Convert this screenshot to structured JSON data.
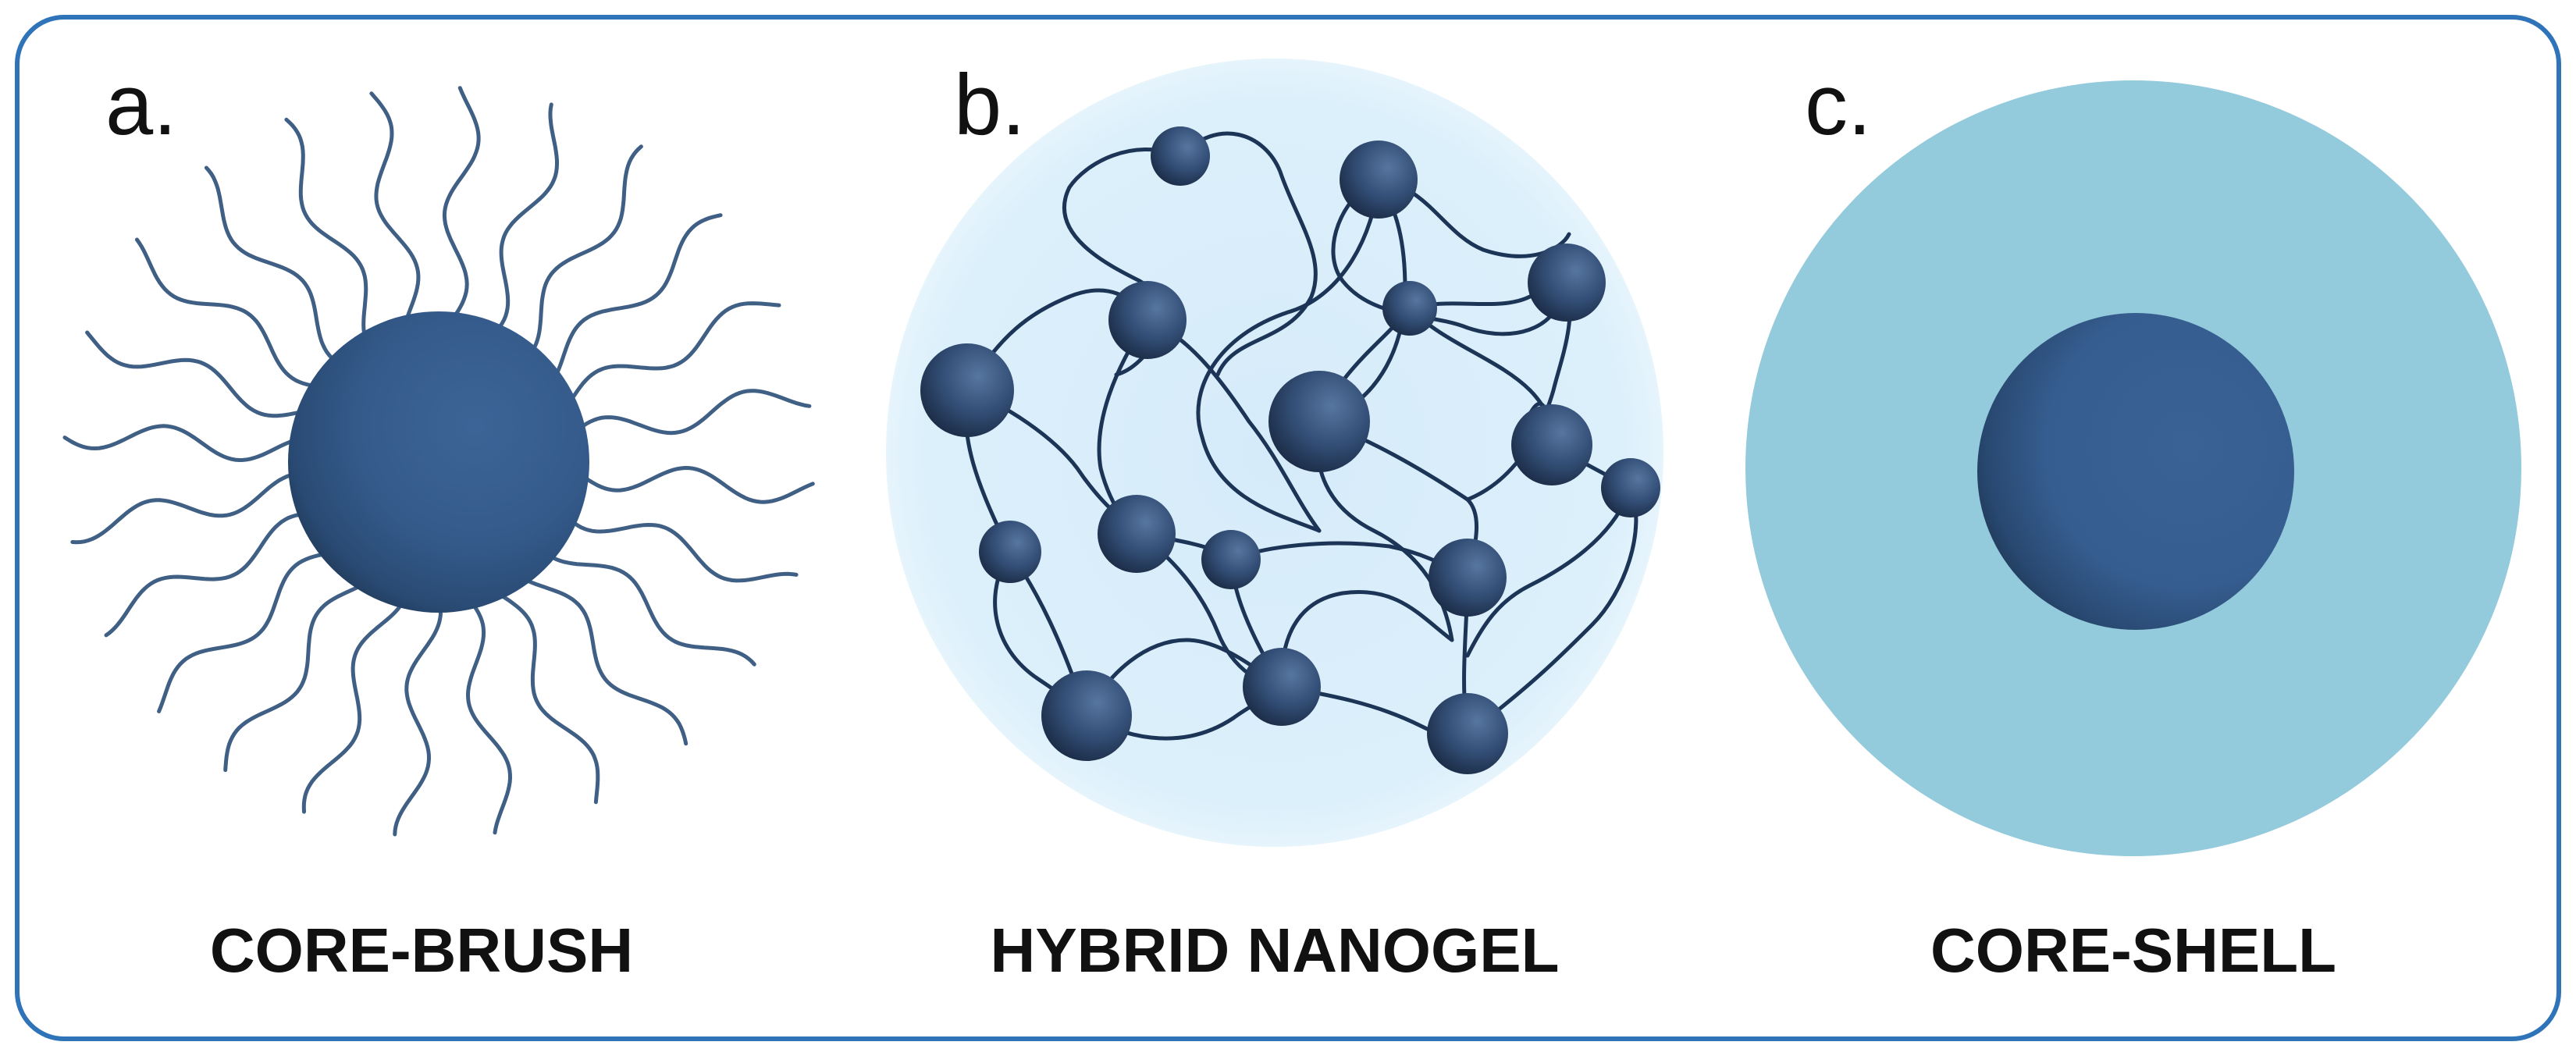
{
  "colors": {
    "frame": "#2f73b8",
    "core": "#345a8a",
    "core_dark": "#1f3552",
    "brush_line": "#3f5f85",
    "gel_halo": "#daeefb",
    "gel_chain": "#1c3557",
    "shell": "#93cadc",
    "text": "#111111"
  },
  "panels": [
    {
      "letter": "a.",
      "caption": "CORE-BRUSH"
    },
    {
      "letter": "b.",
      "caption": "HYBRID NANOGEL"
    },
    {
      "letter": "c.",
      "caption": "CORE-SHELL"
    }
  ]
}
